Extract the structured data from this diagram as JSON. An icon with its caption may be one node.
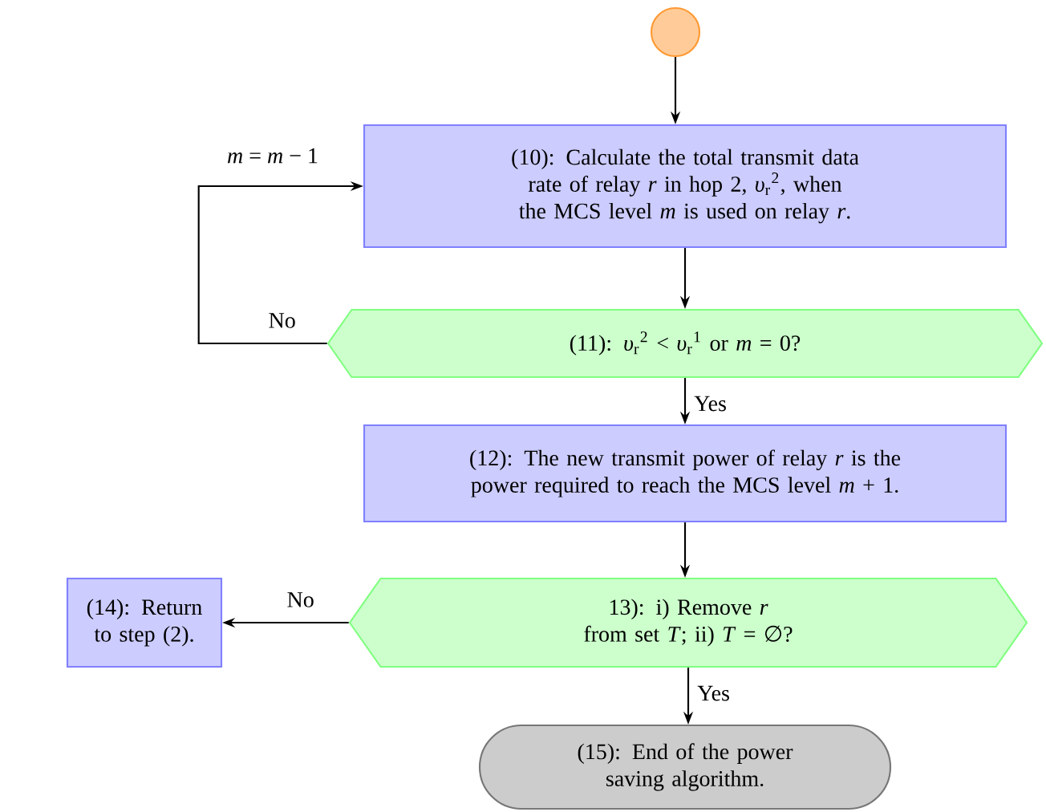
{
  "diagram": {
    "nodes": [
      {
        "text": [],
        "shape": "circle"
      },
      {
        "text": [
          "(10): Calculate the total transmit data rate of relay *r* in hop 2, *υ*$_{r}$$^{2}$, when the MCS level *m* is used on relay *r*."
        ]
      },
      {
        "text": [
          "(11): *υ*$_{r}$$^{2}$  <  *υ*$_{r}$$^{1}$ or *m* = 0?"
        ]
      },
      {
        "text": [
          "(12): The new transmit power of relay *r* is the power required to reach the MCS level *m* + 1."
        ]
      },
      {
        "text": [
          "13): i) Remove *r* from set *T*; ii) *T* = ∅?"
        ]
      },
      {
        "text": [
          "(14): Return to step (2)."
        ]
      },
      {
        "text": [
          "(15): End of the power saving algorithm."
        ]
      }
    ],
    "edges": [
      {
        "from": 0,
        "to": 1,
        "arrow": "to"
      },
      {
        "from": 1,
        "to": 2,
        "arrow": "to"
      },
      {
        "from": 2,
        "to": 1,
        "arrow": "to",
        "label": "No"
      },
      {
        "from": 2,
        "to": 3,
        "arrow": "to",
        "label": "Yes"
      },
      {
        "from": 3,
        "to": 4,
        "arrow": "to"
      },
      {
        "from": 4,
        "to": 5,
        "arrow": "to",
        "label": "No"
      },
      {
        "from": 4,
        "to": 6,
        "arrow": "to",
        "label": "Yes"
      }
    ],
    "labels": [
      "*m* = *m* − 1"
    ]
  }
}
